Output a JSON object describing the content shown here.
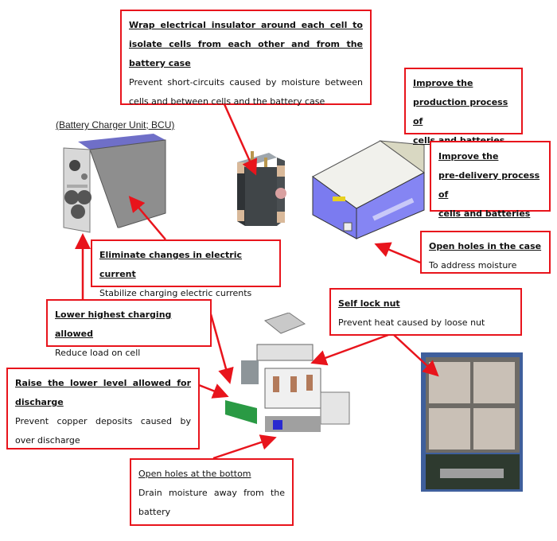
{
  "bcu_caption": "(Battery Charger Unit; BCU)",
  "callouts": {
    "wrap": {
      "heading": "Wrap electrical insulator around each cell to isolate cells from each other and from the battery case",
      "body": "Prevent short-circuits caused by moisture between cells and between cells and the battery case"
    },
    "production": {
      "line1": "Improve the",
      "line2": "production process of",
      "line3": "cells and batteries"
    },
    "predelivery": {
      "line1": "Improve the",
      "line2": "pre-delivery process of",
      "line3": "cells and batteries"
    },
    "holes_case": {
      "heading": "Open holes in the case",
      "body": "To address moisture"
    },
    "eliminate": {
      "heading": "Eliminate changes in electric current",
      "body": "Stabilize charging electric currents"
    },
    "lower_highest": {
      "heading": "Lower highest charging allowed",
      "body": "Reduce load on cell"
    },
    "raise_lower": {
      "heading": "Raise the lower level allowed for discharge",
      "body": "Prevent copper deposits caused by over discharge"
    },
    "self_lock": {
      "heading": "Self lock nut",
      "body": "Prevent heat caused by loose nut"
    },
    "holes_bottom": {
      "heading": "Open holes at the bottom",
      "body": "Drain moisture away from the battery"
    }
  },
  "colors": {
    "callout_border": "#e8141c",
    "arrow": "#e8141c",
    "case_blue": "#7b7bf0",
    "cell_dark": "#3f4447",
    "cell_tan": "#d9b99a"
  }
}
